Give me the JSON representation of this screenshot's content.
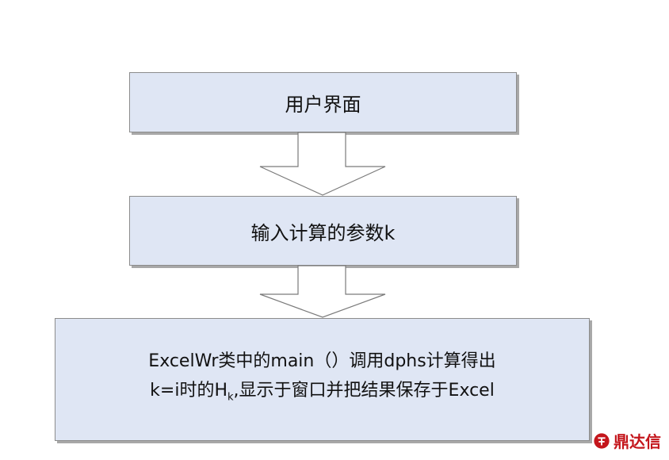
{
  "flowchart": {
    "steps": [
      {
        "text": "用户界面"
      },
      {
        "text": "输入计算的参数k"
      },
      {
        "line1": "ExcelWr类中的main（）调用dphs计算得出",
        "line2_prefix": "k=i时的H",
        "line2_subscript": "k",
        "line2_suffix": ",显示于窗口并把结果保存于Excel"
      }
    ]
  },
  "watermark": {
    "text": "鼎达信"
  },
  "colors": {
    "box_fill": "#dfe6f4",
    "box_border": "#8c8c8c",
    "box_shadow": "#a8a8a8",
    "arrow_fill": "#ffffff",
    "arrow_stroke": "#7a7a7a",
    "text": "#111111",
    "watermark": "#c4161c"
  }
}
